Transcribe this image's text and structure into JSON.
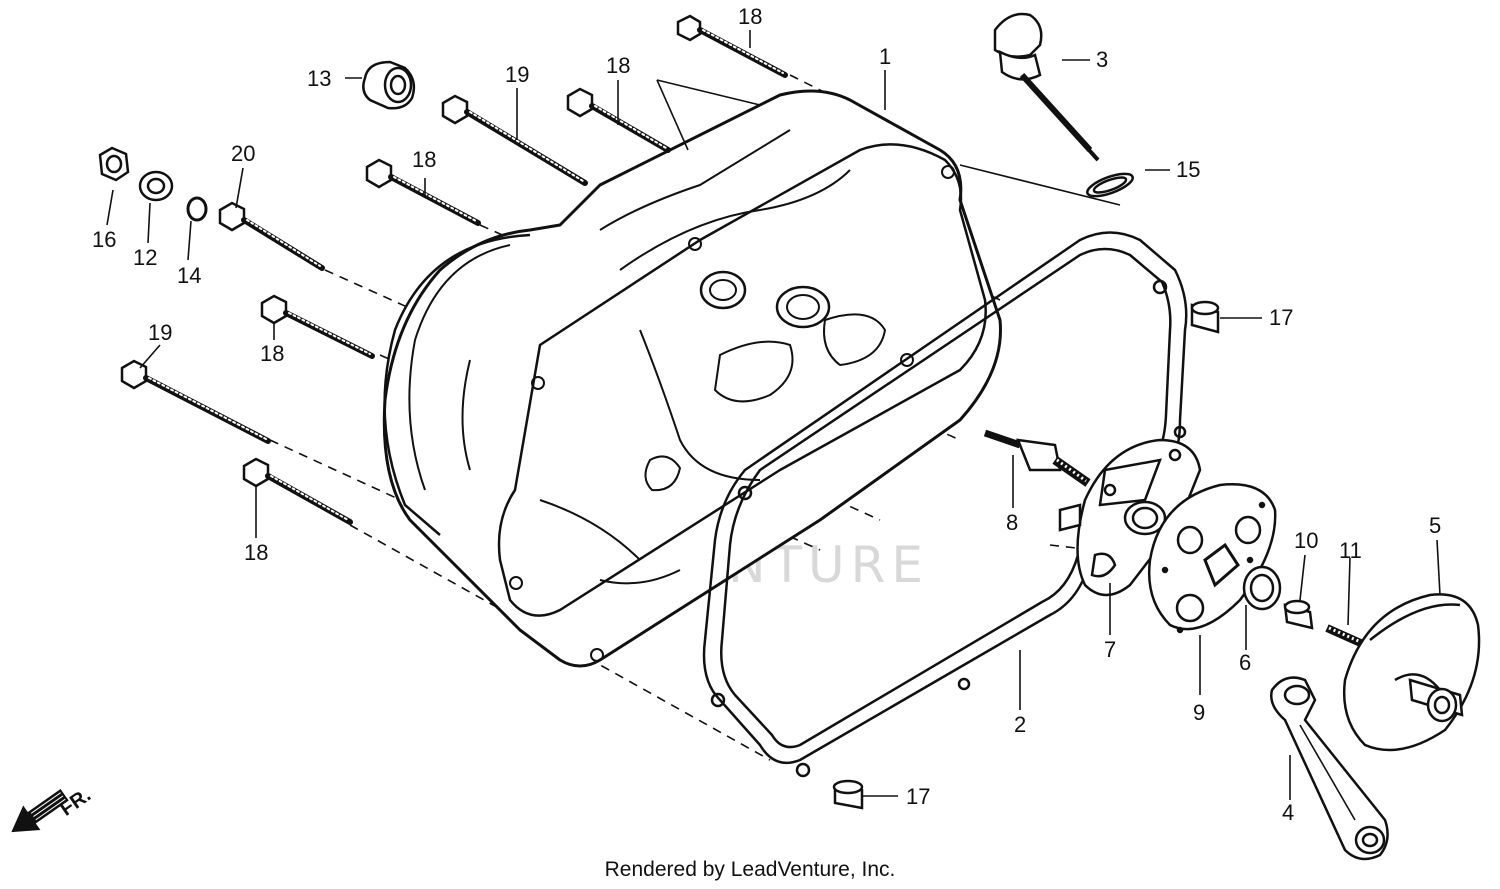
{
  "diagram": {
    "watermark": "LEADVENTURE",
    "direction_label": "FR.",
    "credit": "Rendered by LeadVenture, Inc.",
    "callouts": {
      "c18_top": "18",
      "c1": "1",
      "c3": "3",
      "c13": "13",
      "c19_top": "19",
      "c18_b": "18",
      "c20": "20",
      "c18_c": "18",
      "c15": "15",
      "c16": "16",
      "c12": "12",
      "c14": "14",
      "c17_top": "17",
      "c19_left": "19",
      "c18_left": "18",
      "c8": "8",
      "c18_bottom": "18",
      "c10": "10",
      "c11": "11",
      "c5": "5",
      "c7": "7",
      "c6": "6",
      "c2": "2",
      "c9": "9",
      "c17_bottom": "17",
      "c4": "4"
    }
  }
}
